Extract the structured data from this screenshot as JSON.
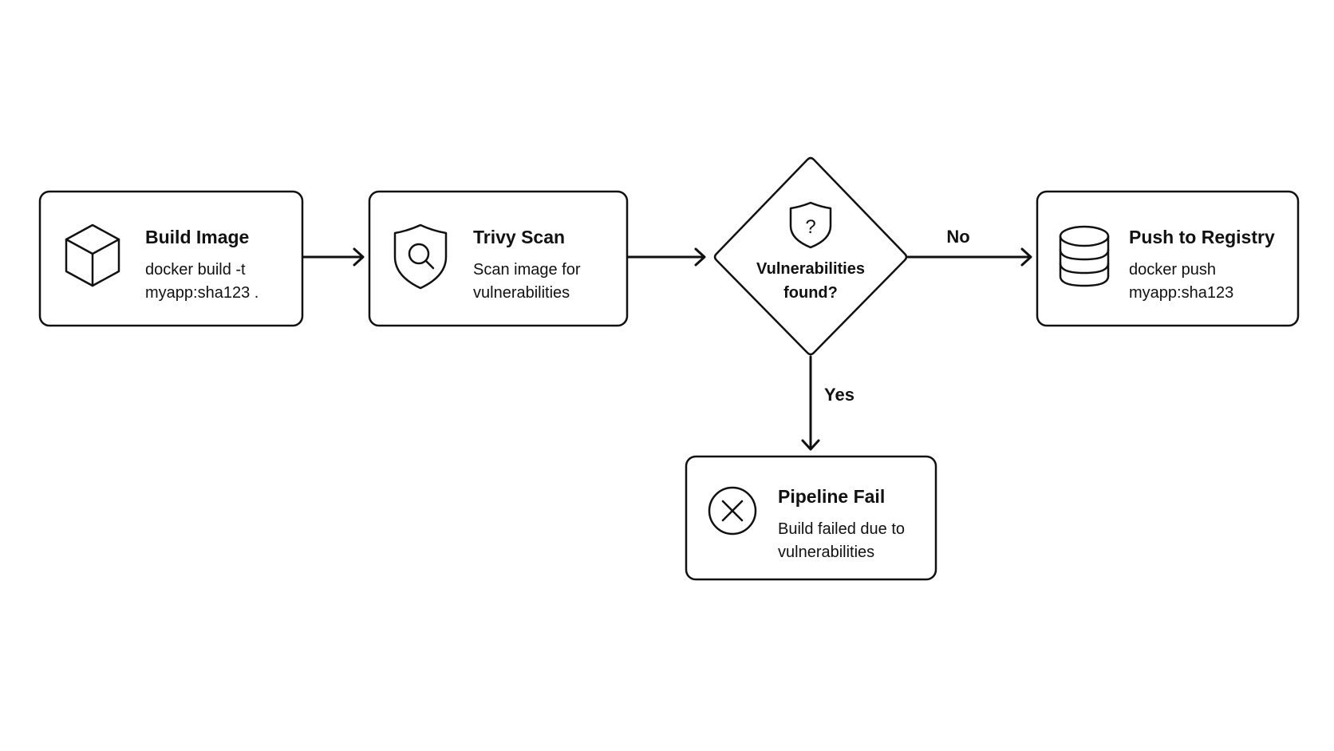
{
  "nodes": {
    "build": {
      "title": "Build Image",
      "desc_line1": "docker build -t",
      "desc_line2": "myapp:sha123 .",
      "icon": "cube-icon"
    },
    "scan": {
      "title": "Trivy Scan",
      "desc_line1": "Scan image for",
      "desc_line2": "vulnerabilities",
      "icon": "shield-search-icon"
    },
    "decision": {
      "line1": "Vulnerabilities",
      "line2": "found?",
      "icon": "shield-question-icon",
      "icon_glyph": "?"
    },
    "push": {
      "title": "Push to Registry",
      "desc_line1": "docker push",
      "desc_line2": "myapp:sha123",
      "icon": "database-icon"
    },
    "fail": {
      "title": "Pipeline Fail",
      "desc_line1": "Build failed due to",
      "desc_line2": "vulnerabilities",
      "icon": "x-circle-icon"
    }
  },
  "edges": {
    "build_to_scan": {
      "label": ""
    },
    "scan_to_decision": {
      "label": ""
    },
    "decision_to_push": {
      "label": "No"
    },
    "decision_to_fail": {
      "label": "Yes"
    }
  },
  "colors": {
    "stroke": "#111111",
    "background": "#ffffff"
  }
}
